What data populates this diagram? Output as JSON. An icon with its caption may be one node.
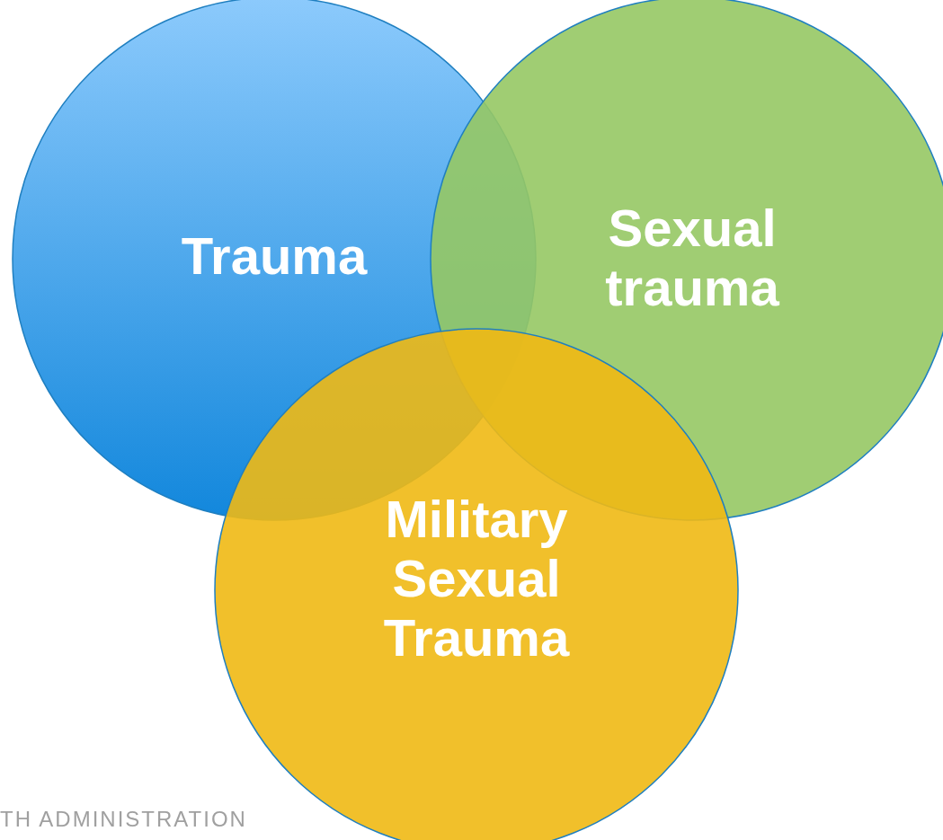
{
  "diagram": {
    "nodes": [
      {
        "text": [
          "Trauma"
        ]
      },
      {
        "text": [
          "Sexual trauma"
        ]
      },
      {
        "text": [
          "Military Sexual Trauma"
        ]
      }
    ],
    "labels": [
      "TH ADMINISTRATION"
    ]
  }
}
